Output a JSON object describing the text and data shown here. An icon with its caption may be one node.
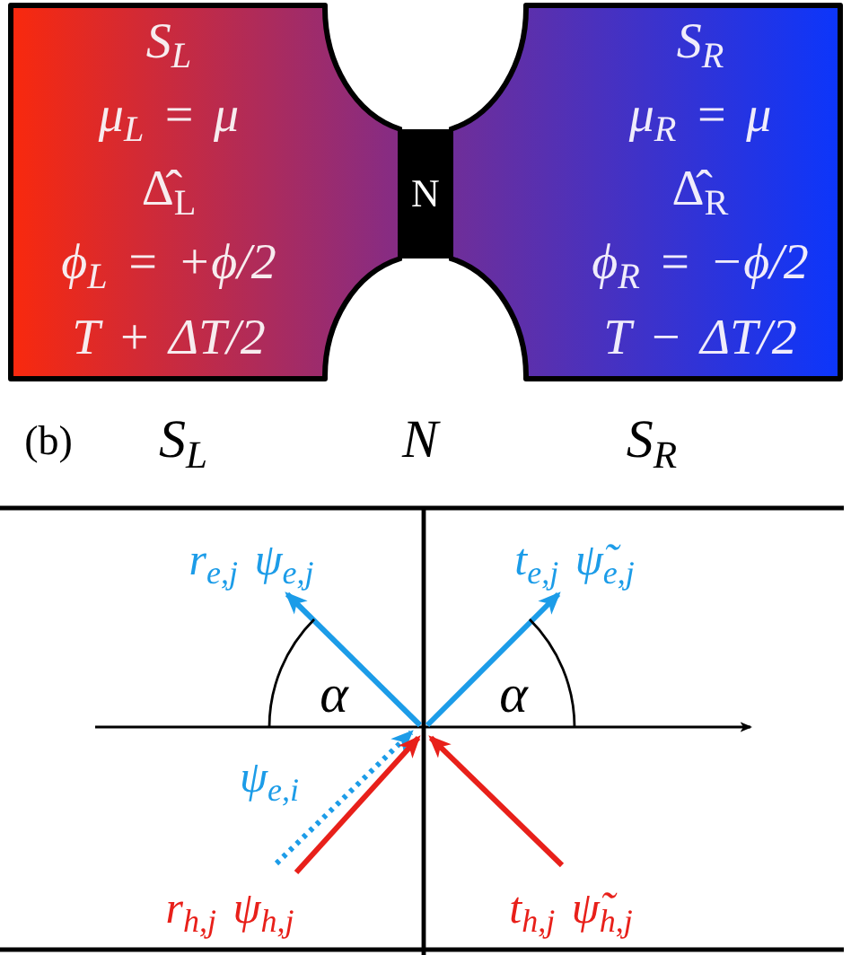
{
  "diagram": {
    "nodes": [
      {
        "text": [
          "S$_{L}$",
          "μ$_{L}$ = μ",
          "Δ̂$_{L}$",
          "ϕ$_{L}$ = +ϕ/2",
          "T + ΔT/2"
        ]
      },
      {
        "text": [
          "N"
        ]
      },
      {
        "text": [
          "S$_{R}$",
          "μ$_{R}$ = μ",
          "Δ̂$_{R}$",
          "ϕ$_{R}$ = −ϕ/2",
          "T − ΔT/2"
        ]
      }
    ],
    "labels": [
      "(b)",
      "S$_{L}$",
      "N",
      "S$_{R}$",
      "r$_{e,j}$ ψ$_{e,j}$",
      "t$_{e,j}$ ψ̃$_{e,j}$",
      "α",
      "α",
      "ψ$_{e,i}$",
      "r$_{h,j}$ ψ$_{h,j}$",
      "t$_{h,j}$ ψ̃$_{h,j}$"
    ]
  }
}
